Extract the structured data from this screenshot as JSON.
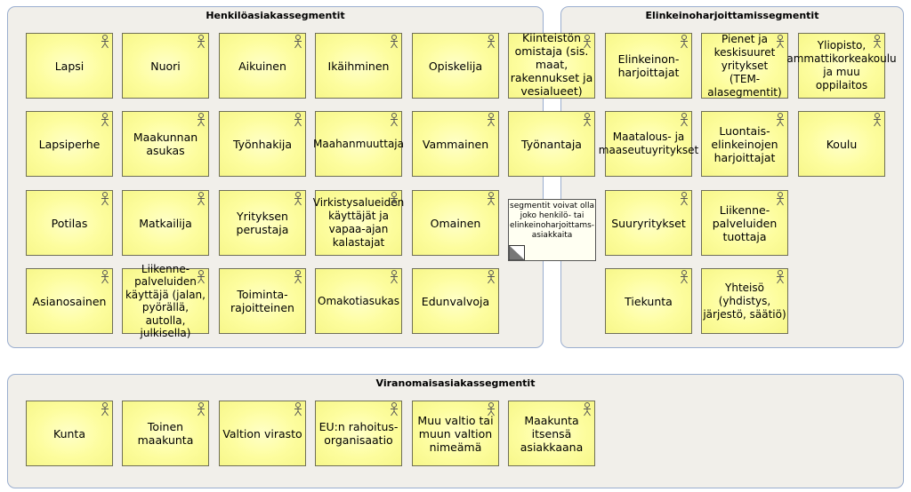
{
  "groups": {
    "henkilo": {
      "title": "Henkilöasiakassegmentit"
    },
    "elinkeino": {
      "title": "Elinkeinoharjoittamissegmentit"
    },
    "viranomainen": {
      "title": "Viranomaisasiakassegmentit"
    }
  },
  "actors": {
    "lapsi": "Lapsi",
    "nuori": "Nuori",
    "aikuinen": "Aikuinen",
    "ikaihminen": "Ikäihminen",
    "opiskelija": "Opiskelija",
    "kiinteiston_omistaja": "Kiinteistön\nomistaja (sis.\nmaat,\nrakennukset ja\nvesialueet)",
    "lapsiperhe": "Lapsiperhe",
    "maakunnan_asukas": "Maakunnan\nasukas",
    "tyonhakija": "Työnhakija",
    "maahanmuuttaja": "Maahanmuuttaja",
    "vammainen": "Vammainen",
    "tyonantaja": "Työnantaja",
    "potilas": "Potilas",
    "matkailija": "Matkailija",
    "yrityksen_perustaja": "Yrityksen\nperustaja",
    "virkistys": "Virkistysalueiden\nkäyttäjät ja\nvapaa-ajan\nkalastajat",
    "omainen": "Omainen",
    "asianosainen": "Asianosainen",
    "liikennepalveluiden_kayttaja": "Liikenne-\npalveluiden\nkäyttäjä (jalan,\npyörällä, autolla,\njulkisella)",
    "toimintarajoitteinen": "Toiminta-\nrajoitteinen",
    "omakotiasukas": "Omakotiasukas",
    "edunvalvoja": "Edunvalvoja",
    "elinkeinonharjoittajat": "Elinkeinon-\nharjoittajat",
    "pienet_yritykset": "Pienet ja\nkeskisuuret\nyritykset\n(TEM-alasegmentit)",
    "yliopisto": "Yliopisto,\nammattikorkeakoulu\nja muu\noppilaitos",
    "maatalous": "Maatalous- ja\nmaaseutuyritykset",
    "luontais": "Luontais-\nelinkeinojen\nharjoittajat",
    "koulu": "Koulu",
    "suuryritykset": "Suuryritykset",
    "liikennepalveluiden_tuottaja": "Liikenne-\npalveluiden\ntuottaja",
    "tiekunta": "Tiekunta",
    "yhteiso": "Yhteisö\n(yhdistys,\njärjestö, säätiö)",
    "kunta": "Kunta",
    "toinen_maakunta": "Toinen\nmaakunta",
    "valtion_virasto": "Valtion virasto",
    "eu_rahoitus": "EU:n rahoitus-\norganisaatio",
    "muu_valtio": "Muu valtio tai\nmuun valtion\nnimeämä",
    "maakunta_itse": "Maakunta\nitsensä\nasiakkaana"
  },
  "note": {
    "text": "segmentit voivat olla\njoko henkilö- tai\nelinkeinoharjoittams-\nasiakkaita"
  }
}
